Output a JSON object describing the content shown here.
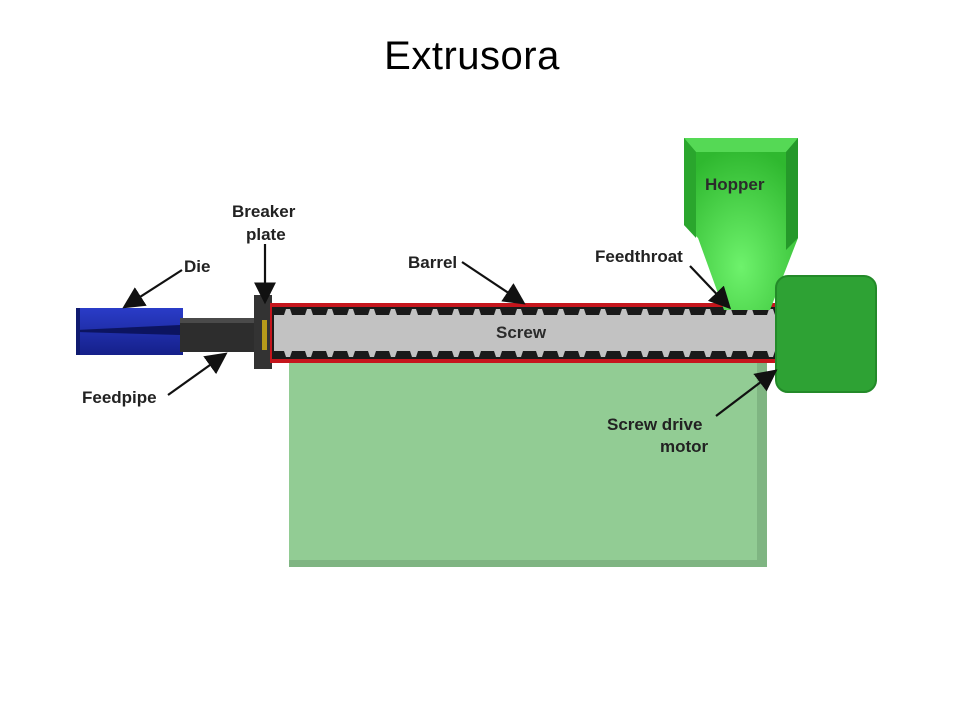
{
  "title": "Extrusora",
  "labels": {
    "die": "Die",
    "breaker_plate_line1": "Breaker",
    "breaker_plate_line2": "plate",
    "barrel": "Barrel",
    "feedthroat": "Feedthroat",
    "hopper": "Hopper",
    "screw": "Screw",
    "feedpipe": "Feedpipe",
    "motor_line1": "Screw drive",
    "motor_line2": "motor"
  },
  "colors": {
    "stand": "#92cc94",
    "barrel": "#c5161d",
    "screw": "#c2c2c2",
    "hopper": "#33c433",
    "motor": "#2ea234",
    "die": "#1f2fa8",
    "feedpipe": "#2d2d2d"
  }
}
